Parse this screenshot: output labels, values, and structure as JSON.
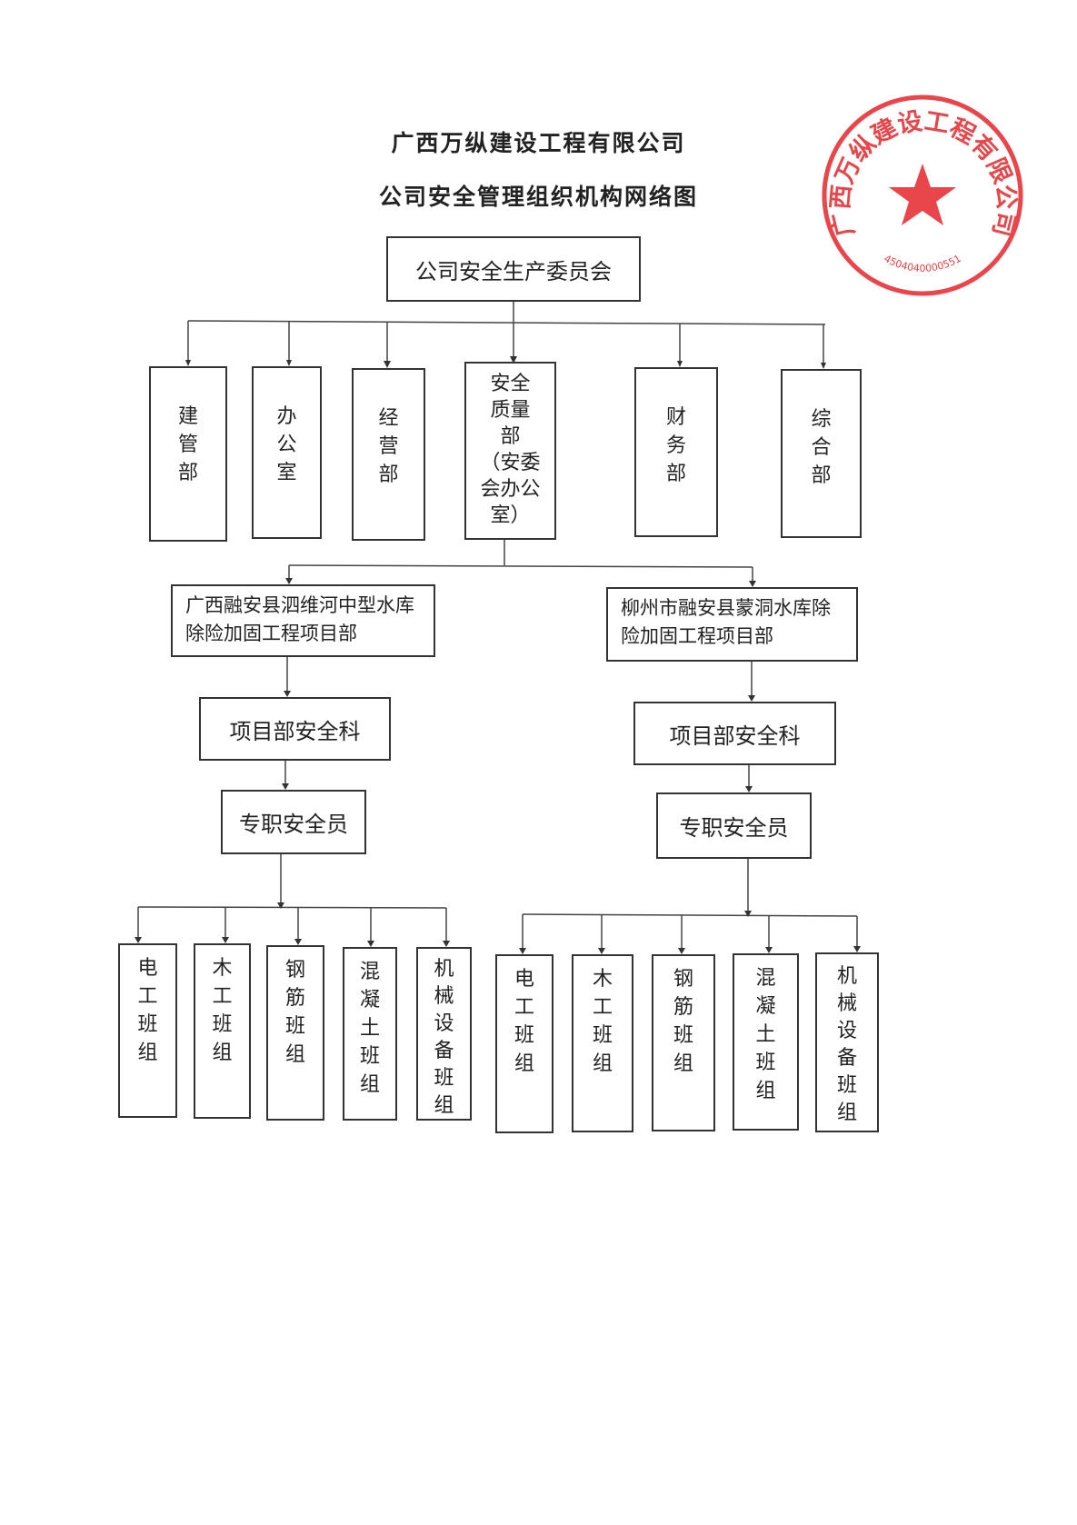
{
  "header": {
    "company": "广西万纵建设工程有限公司",
    "title": "公司安全管理组织机构网络图"
  },
  "top": "公司安全生产委员会",
  "departments": [
    {
      "label": "建\n管\n部"
    },
    {
      "label": "办\n公\n室"
    },
    {
      "label": "经\n营\n部"
    },
    {
      "label": "安全\n质量\n部\n（安委\n会办公\n室）"
    },
    {
      "label": "财\n务\n部"
    },
    {
      "label": "综\n合\n部"
    }
  ],
  "projects": [
    {
      "name": "广西融安县泗维河中型水库除险加固工程项目部",
      "safety_dept": "项目部安全科",
      "officer": "专职安全员",
      "teams": [
        "电\n工\n班\n组",
        "木\n工\n班\n组",
        "钢\n筋\n班\n组",
        "混\n凝\n土\n班\n组",
        "机\n械\n设\n备\n班\n组"
      ]
    },
    {
      "name": "柳州市融安县蒙洞水库除险加固工程项目部",
      "safety_dept": "项目部安全科",
      "officer": "专职安全员",
      "teams": [
        "电\n工\n班\n组",
        "木\n工\n班\n组",
        "钢\n筋\n班\n组",
        "混\n凝\n土\n班\n组",
        "机\n械\n设\n备\n班\n组"
      ]
    }
  ],
  "stamp": {
    "text": "广西万纵建设工程有限公司",
    "number": "4504040000551",
    "color": "#e8464a"
  }
}
